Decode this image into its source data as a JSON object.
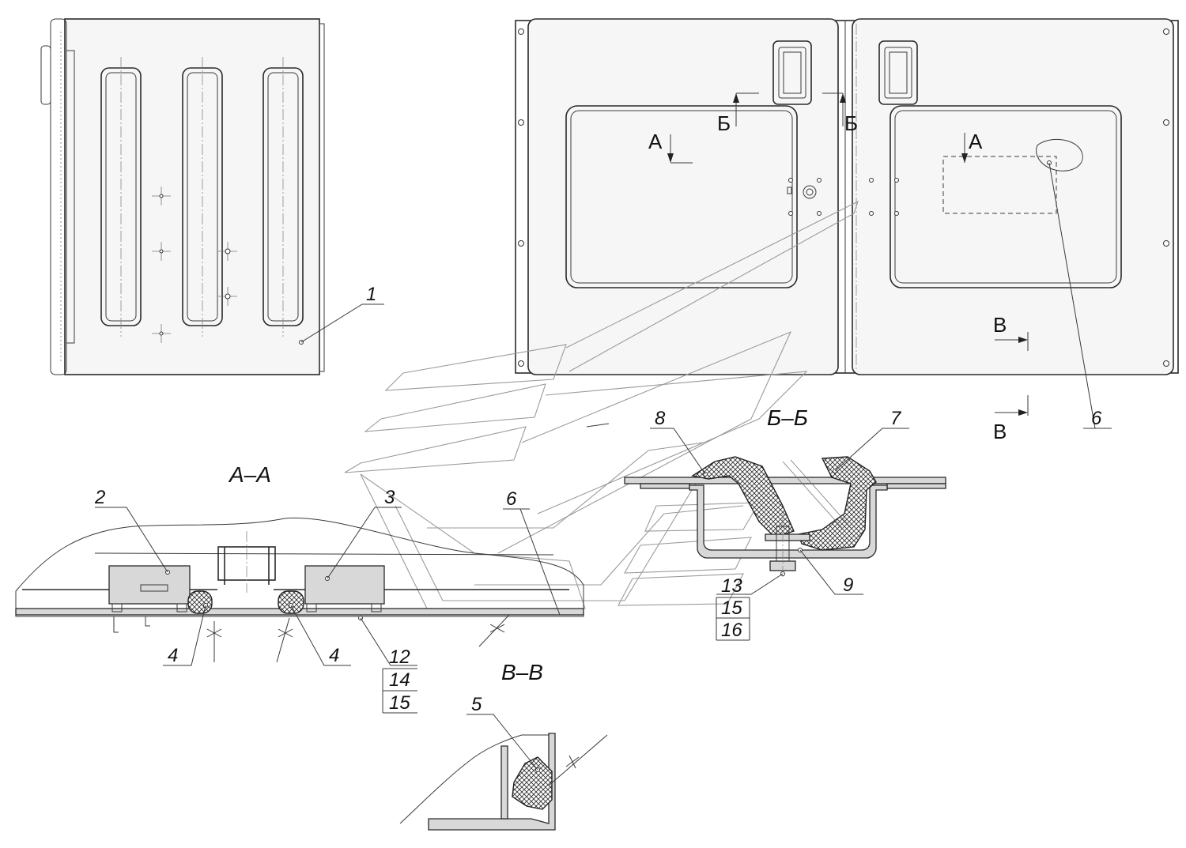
{
  "section_titles": {
    "a_a": "А–А",
    "b_b": "Б–Б",
    "v_v": "В–В"
  },
  "section_letters": {
    "a": "А",
    "b": "Б",
    "v": "В"
  },
  "callouts": {
    "c1": "1",
    "c2": "2",
    "c3": "3",
    "c4a": "4",
    "c4b": "4",
    "c5": "5",
    "c6a": "6",
    "c6b": "6",
    "c7": "7",
    "c8": "8",
    "c9": "9",
    "c12": "12",
    "c14": "14",
    "c15a": "15",
    "c13": "13",
    "c15b": "15",
    "c16": "16"
  },
  "colors": {
    "line": "#2a2a2a",
    "background": "#ffffff",
    "hatch": "#333333"
  }
}
